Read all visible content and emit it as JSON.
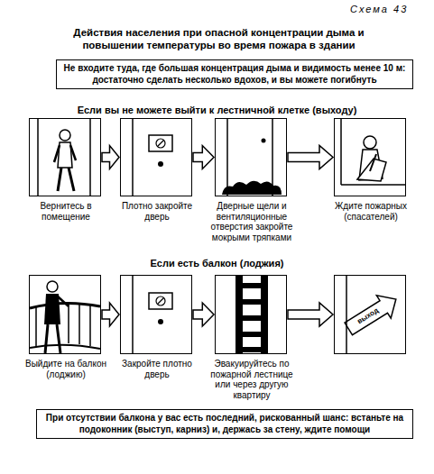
{
  "diagram": {
    "title": "Действия населения при опасной концентрации дыма и повышении температуры во время пожара в здании",
    "nodes": [
      {
        "text": [
          "Не входите туда, где большая концентрация дыма и видимость менее 10 м: достаточно сделать несколько вдохов, и вы можете погибнуть"
        ]
      },
      {
        "text": [
          "Вернитесь в помещение"
        ]
      },
      {
        "text": [
          "Плотно закройте дверь"
        ]
      },
      {
        "text": [
          "Дверные щели и вентиляционные отверстия закройте мокрыми тряпками"
        ]
      },
      {
        "text": [
          "Ждите пожарных (спасателей)"
        ]
      },
      {
        "text": [
          "Выйдите на балкон (лоджию)"
        ]
      },
      {
        "text": [
          "Закройте плотно дверь"
        ]
      },
      {
        "text": [
          "Эвакуируйтесь по пожарной лестнице или через другую квартиру"
        ]
      },
      {
        "text": [
          "выход"
        ]
      },
      {
        "text": [
          "При отсутствии балкона у вас есть последний, рискованный шанс: встаньте на подоконник (выступ, карниз) и, держась за стену, ждите помощи"
        ]
      }
    ],
    "edges": [
      {
        "from": 1,
        "to": 2,
        "arrow": "to"
      },
      {
        "from": 2,
        "to": 3,
        "arrow": "to"
      },
      {
        "from": 3,
        "to": 4,
        "arrow": "to"
      },
      {
        "from": 5,
        "to": 6,
        "arrow": "to"
      },
      {
        "from": 6,
        "to": 7,
        "arrow": "to"
      },
      {
        "from": 7,
        "to": 8,
        "arrow": "to"
      }
    ],
    "labels": [
      "Схема 43",
      "Если вы не можете выйти к лестничной клетке (выходу)",
      "Если есть балкон (лоджия)"
    ]
  }
}
